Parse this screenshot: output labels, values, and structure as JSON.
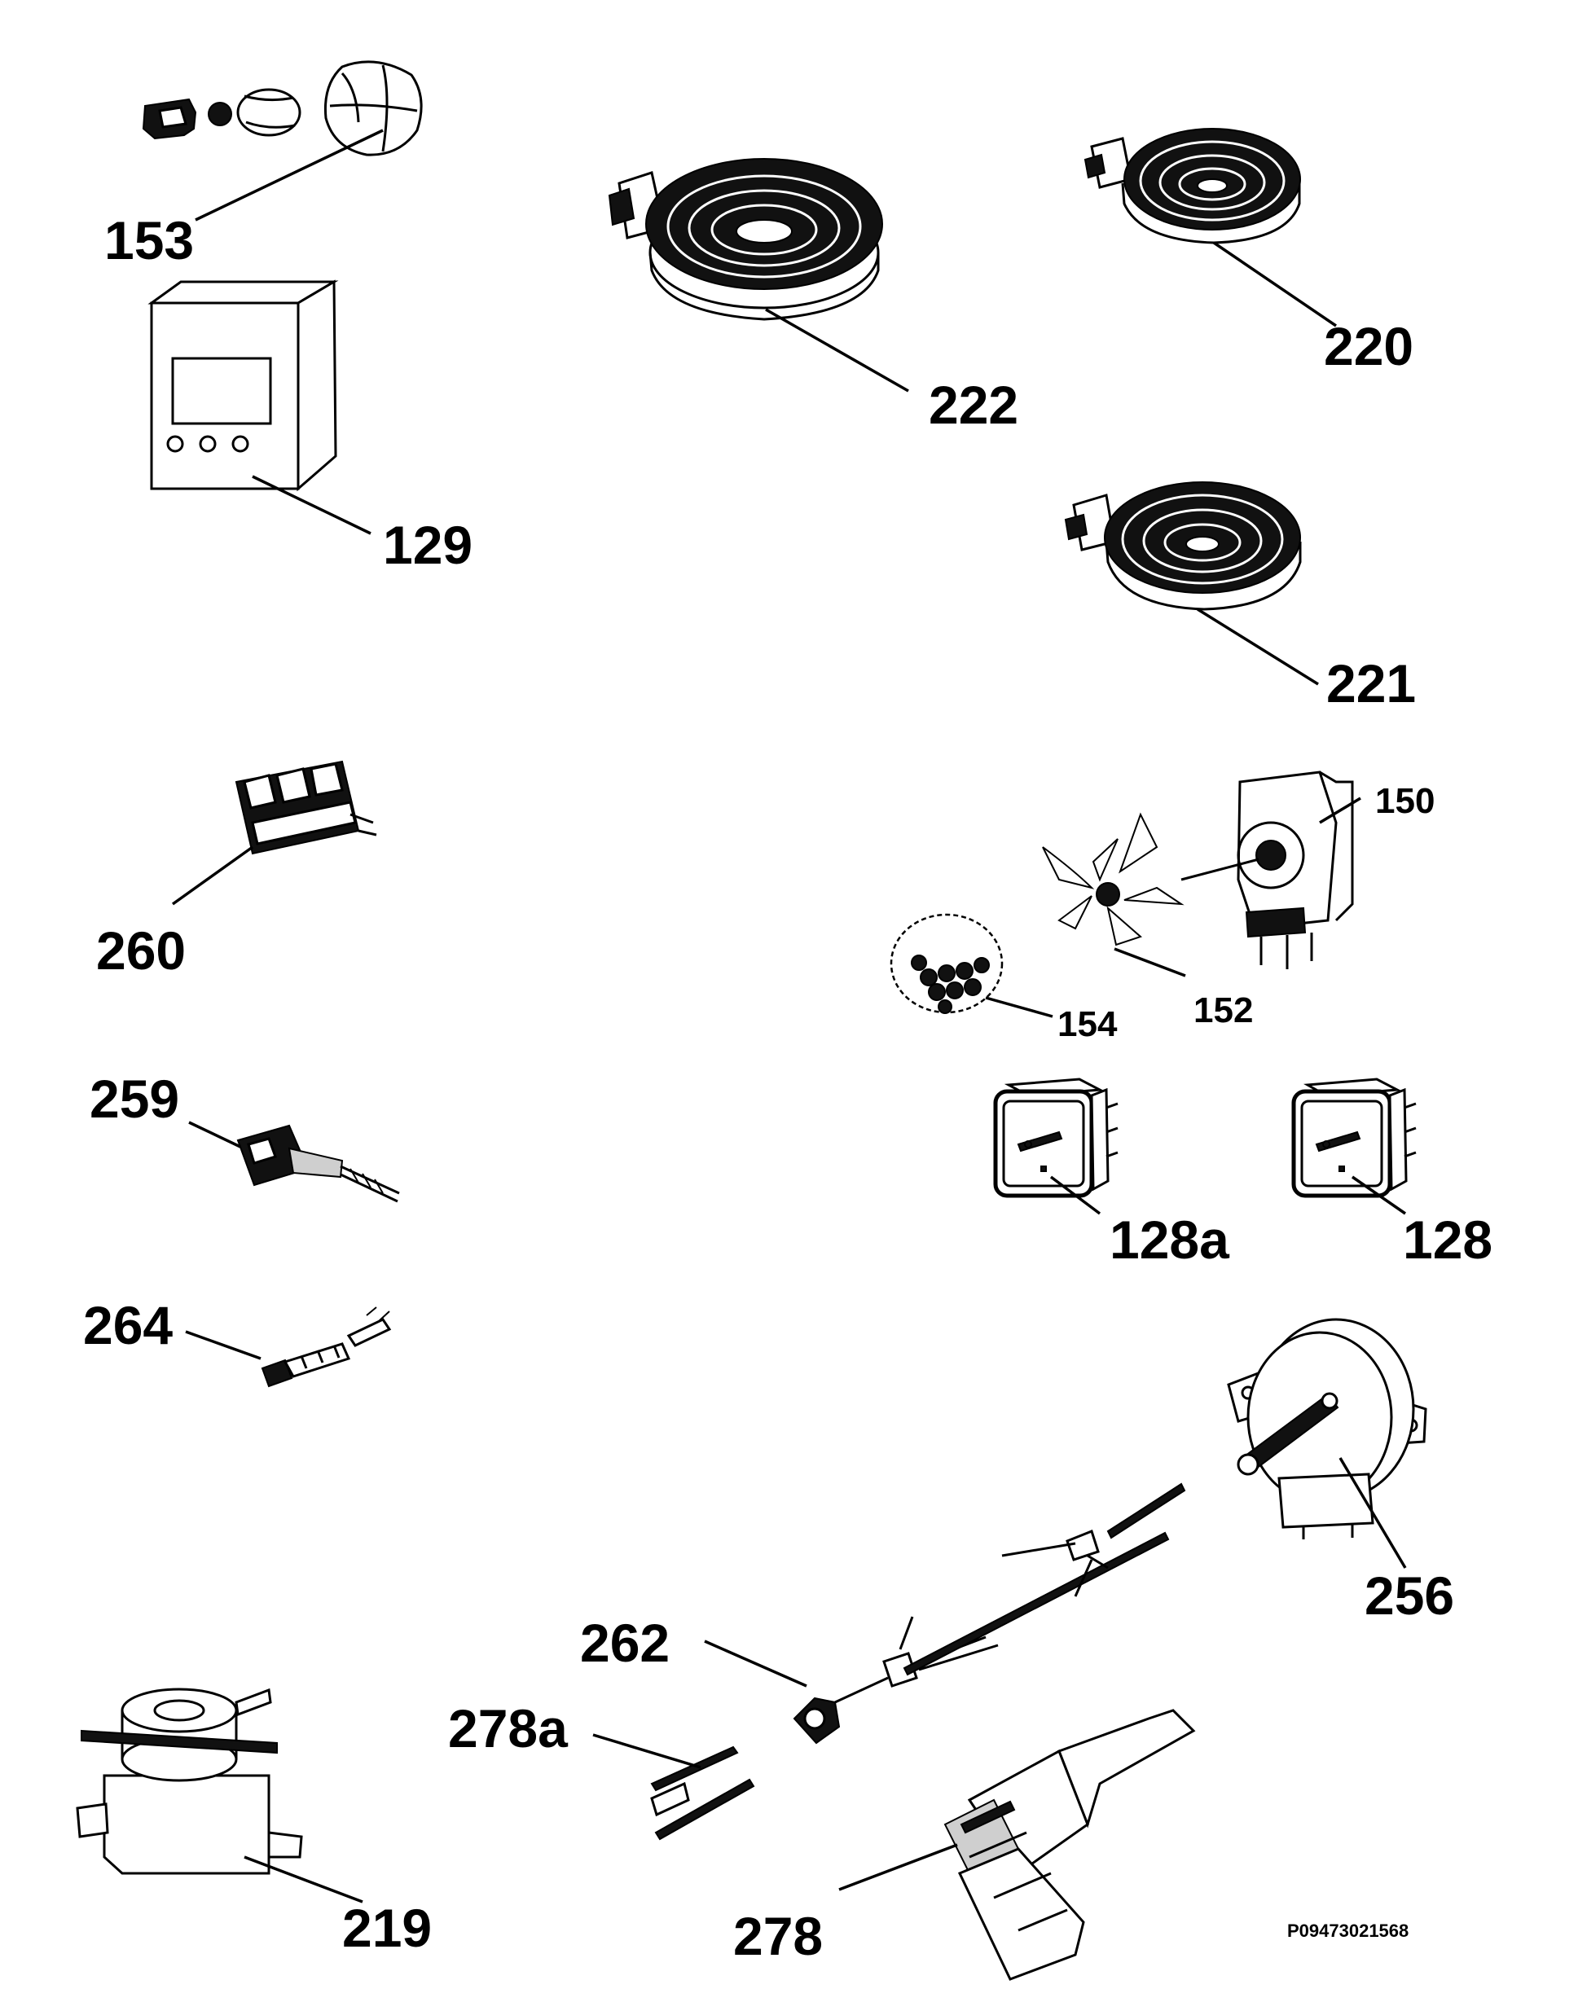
{
  "diagram": {
    "parts": [
      {
        "id": "p153",
        "label": "153",
        "name": "lamp-holder-assembly"
      },
      {
        "id": "p222",
        "label": "222",
        "name": "large-hotplate-element"
      },
      {
        "id": "p220",
        "label": "220",
        "name": "small-hotplate-element"
      },
      {
        "id": "p129",
        "label": "129",
        "name": "electronic-timer"
      },
      {
        "id": "p221",
        "label": "221",
        "name": "medium-hotplate-element"
      },
      {
        "id": "p150",
        "label": "150",
        "name": "fan-motor"
      },
      {
        "id": "p260",
        "label": "260",
        "name": "selector-switch"
      },
      {
        "id": "p152",
        "label": "152",
        "name": "fan-blade"
      },
      {
        "id": "p154",
        "label": "154",
        "name": "fan-cover"
      },
      {
        "id": "p259",
        "label": "259",
        "name": "rotary-switch"
      },
      {
        "id": "p128a",
        "label": "128a",
        "name": "energy-regulator-a"
      },
      {
        "id": "p128",
        "label": "128",
        "name": "energy-regulator"
      },
      {
        "id": "p264",
        "label": "264",
        "name": "small-switch"
      },
      {
        "id": "p256",
        "label": "256",
        "name": "rotisserie-motor"
      },
      {
        "id": "p262",
        "label": "262",
        "name": "thermostat-with-capillary"
      },
      {
        "id": "p278a",
        "label": "278a",
        "name": "guide-rail-small"
      },
      {
        "id": "p219",
        "label": "219",
        "name": "buzzer"
      },
      {
        "id": "p278",
        "label": "278",
        "name": "door-hinge"
      }
    ],
    "code": "P09473021568"
  }
}
